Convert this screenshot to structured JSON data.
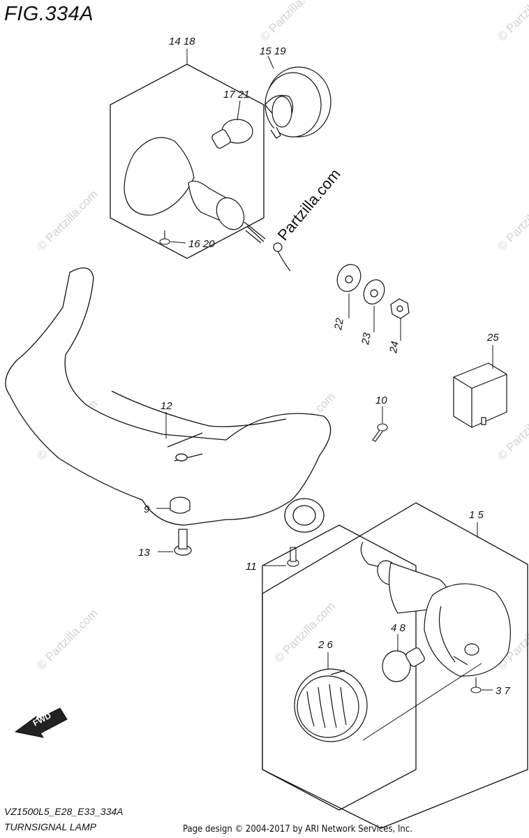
{
  "figure": {
    "title": "FIG.334A",
    "model_code": "VZ1500L5_E28_E33_334A",
    "section_name": "TURNSIGNAL LAMP",
    "credit": "Page design © 2004-2017 by ARI Network Services, Inc.",
    "brand_text": "Partzilla.com",
    "watermark_text": "© Partzilla.com",
    "fwd_label": "FWD"
  },
  "callouts": {
    "c14_18": "14 18",
    "c15_19": "15 19",
    "c17_21": "17 21",
    "c16_20": "16 20",
    "c22": "22",
    "c23": "23",
    "c24": "24",
    "c25": "25",
    "c12": "12",
    "c10": "10",
    "c9": "9",
    "c13": "13",
    "c11": "11",
    "c1_5": "1 5",
    "c2_6": "2 6",
    "c4_8": "4 8",
    "c3_7": "3 7"
  }
}
